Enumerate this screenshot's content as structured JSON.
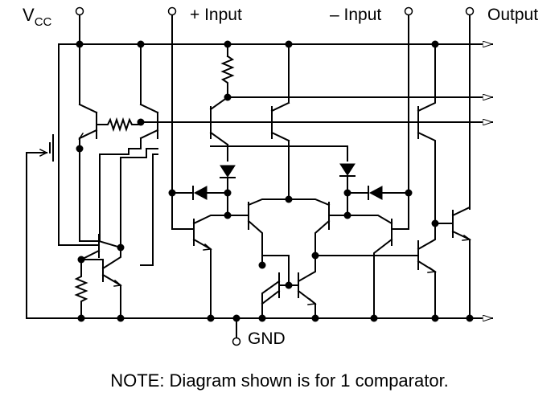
{
  "labels": {
    "vcc_main": "V",
    "vcc_sub": "CC",
    "plus_input": "+ Input",
    "minus_input": "– Input",
    "output": "Output",
    "gnd": "GND"
  },
  "note": "NOTE: Diagram shown is for 1 comparator.",
  "colors": {
    "line": "#000000",
    "background": "#ffffff"
  }
}
